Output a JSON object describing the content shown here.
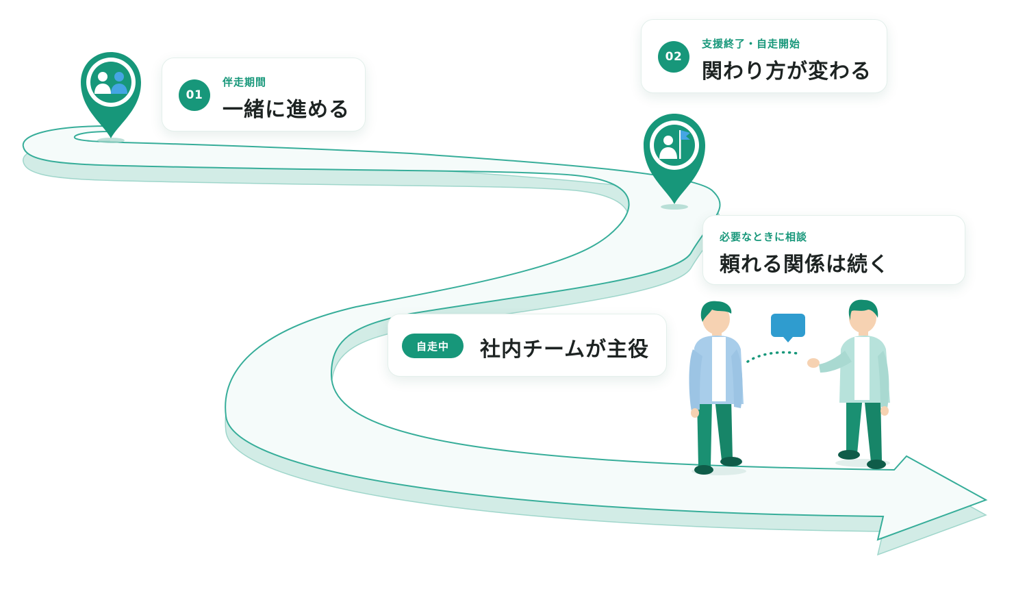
{
  "colors": {
    "primary": "#17977a",
    "road_top": "#f4fbf9",
    "road_edge": "#3fb4a1",
    "road_side": "#cdeae4",
    "person_light": "#a8cdea",
    "person_mint": "#b7e2db",
    "skin": "#f6d2b2",
    "hair": "#138c6f",
    "pants": "#1a9072",
    "bubble": "#2f9ccf",
    "pin_icon_blue": "#45a5e3"
  },
  "steps": [
    {
      "number": "01",
      "subtitle": "伴走期間",
      "title": "一緒に進める",
      "pin_icon": "two-people-icon"
    },
    {
      "number": "02",
      "subtitle": "支援終了・自走開始",
      "title": "関わり方が変わる",
      "pin_icon": "person-flag-icon"
    }
  ],
  "consult": {
    "subtitle": "必要なときに相談",
    "title": "頼れる関係は続く"
  },
  "self_run": {
    "badge": "自走中",
    "title": "社内チームが主役"
  },
  "people": {
    "left": "person-icon",
    "right": "person-icon",
    "speech": "speech-bubble-icon"
  }
}
